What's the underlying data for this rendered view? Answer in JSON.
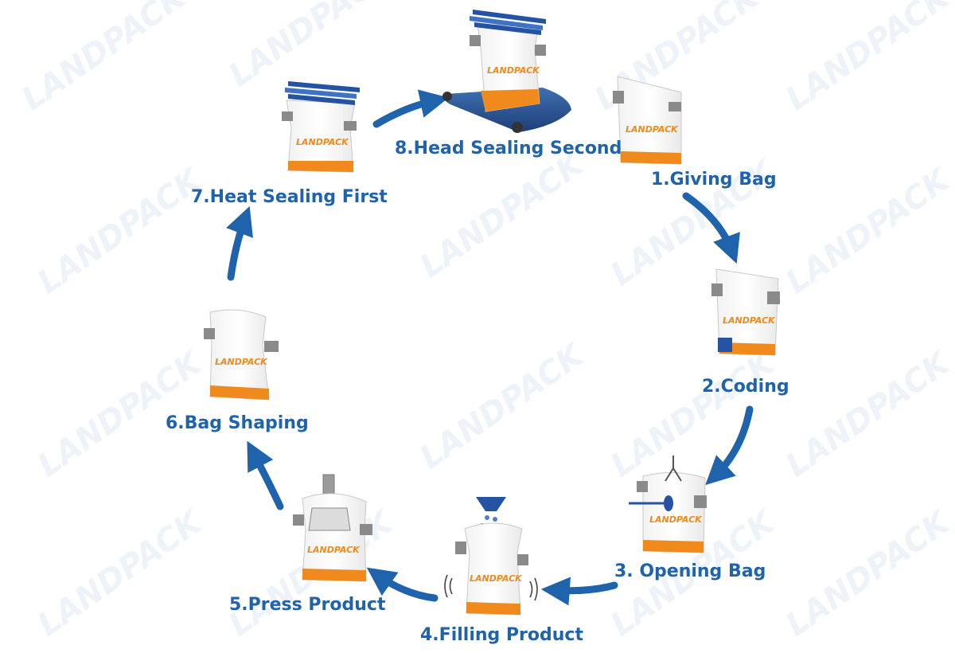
{
  "colors": {
    "arrow": "#1f63ad",
    "label": "#1f63ad",
    "logo": "#f08a1c",
    "bag_stripe": "#f08a1c",
    "sealer": "#2553a3",
    "watermark": "#d3dff0"
  },
  "watermark": "LANDPACK",
  "brand": "LANDPACK",
  "steps": [
    {
      "label": "1.Giving Bag"
    },
    {
      "label": "2.Coding"
    },
    {
      "label": "3. Opening Bag"
    },
    {
      "label": "4.Filling Product"
    },
    {
      "label": "5.Press Product"
    },
    {
      "label": "6.Bag Shaping"
    },
    {
      "label": "7.Heat Sealing First"
    },
    {
      "label": "8.Head Sealing Second"
    }
  ]
}
